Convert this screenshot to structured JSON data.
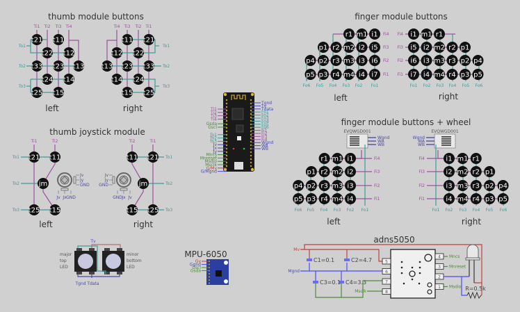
{
  "colors": {
    "background": "#d0d0d0",
    "button": "#111111",
    "input_wire": "#9c4f9c",
    "output_wire": "#3f9a9a",
    "gnd_wire": "#4a4aff",
    "vcc_wire": "#c04040",
    "signal_green": "#4e8a3c",
    "wheel_blue": "#3a3a9a"
  },
  "thumb_buttons": {
    "title": "thumb module buttons",
    "left": {
      "label": "left",
      "inputs": [
        "Ti1",
        "Ti2",
        "Ti3",
        "Ti4"
      ],
      "outputs": [
        "To1",
        "To2",
        "To3"
      ],
      "buttons": [
        "t21",
        "t11",
        "t22",
        "t12",
        "t33",
        "t23",
        "t13",
        "t24",
        "t14",
        "t25",
        "t15"
      ]
    },
    "right": {
      "label": "right",
      "inputs": [
        "Ti4",
        "Ti3",
        "Ti2",
        "Ti1"
      ],
      "outputs": [
        "To1",
        "To2",
        "To3"
      ],
      "buttons": [
        "t11",
        "t21",
        "t12",
        "t22",
        "t13",
        "t23",
        "t33",
        "t14",
        "t24",
        "t15",
        "t25"
      ]
    }
  },
  "thumb_joystick": {
    "title": "thumb joystick module",
    "left": {
      "label": "left",
      "inputs": [
        "Ti1",
        "Ti2"
      ],
      "outputs": [
        "To1",
        "To2",
        "To3"
      ],
      "buttons": [
        "t21",
        "t11",
        "jm",
        "t25",
        "t15"
      ],
      "joystick_pins_side": [
        "Jv",
        "Jy",
        "GND"
      ],
      "joystick_pins_bottom": [
        "Jv",
        "Jx",
        "GND"
      ]
    },
    "right": {
      "label": "right",
      "inputs": [
        "Ti2",
        "Ti1"
      ],
      "outputs": [
        "To1",
        "To2",
        "To3"
      ],
      "buttons": [
        "t11",
        "t21",
        "jm",
        "t15",
        "t25"
      ],
      "joystick_pins_side": [
        "Jv",
        "Jy",
        "GND"
      ],
      "joystick_pins_bottom": [
        "GND",
        "Jx",
        "Jv"
      ]
    }
  },
  "mcu": {
    "left_pins": [
      "Ti1",
      "Ti2",
      "Ti3",
      "Ti4",
      "Gsda",
      "Gscl",
      "To1",
      "To2",
      "To3",
      "Jv",
      "Jx",
      "Jy",
      "Mncs",
      "Mnreset",
      "Msdio",
      "Msclk",
      "G/Mv",
      "G/Mgnd"
    ],
    "right_pins": [
      "Tgnd",
      "Tv",
      "Tdata",
      "Fo1",
      "Fo2",
      "Fo3",
      "Fo4",
      "Fo5",
      "Fo6",
      "Fi1",
      "Fi2",
      "Fi3",
      "Fi4",
      "Wgnd",
      "WA",
      "WB"
    ]
  },
  "finger_buttons": {
    "title": "finger module buttons",
    "left": {
      "label": "left",
      "rows": [
        [
          "r1",
          "m1",
          "i1"
        ],
        [
          "p1",
          "r2",
          "m2",
          "i2",
          "i5"
        ],
        [
          "p4",
          "p2",
          "r3",
          "m3",
          "i3",
          "i6"
        ],
        [
          "p5",
          "p3",
          "r4",
          "m4",
          "i4",
          "i7"
        ]
      ],
      "inputs": [
        "Fi4",
        "Fi3",
        "Fi2",
        "Fi1"
      ],
      "outputs": [
        "Fo6",
        "Fo5",
        "Fo4",
        "Fo3",
        "Fo2",
        "Fo1"
      ]
    },
    "right": {
      "label": "right",
      "rows": [
        [
          "i1",
          "m1",
          "r1"
        ],
        [
          "i5",
          "i2",
          "m2",
          "r2",
          "p1"
        ],
        [
          "i6",
          "i3",
          "m3",
          "r3",
          "p2",
          "p4"
        ],
        [
          "i7",
          "i4",
          "m4",
          "r4",
          "p3",
          "p5"
        ]
      ],
      "inputs": [
        "Fi4",
        "Fi3",
        "Fi2",
        "Fi1"
      ],
      "outputs": [
        "Fo1",
        "Fo2",
        "Fo3",
        "Fo4",
        "Fo5",
        "Fo6"
      ]
    }
  },
  "finger_wheel": {
    "title": "finger module buttons + wheel",
    "encoder_part": "EVQWGD001",
    "wheel_pins": [
      "Wgnd",
      "WA",
      "WB"
    ],
    "left": {
      "label": "left",
      "rows": [
        [
          "r1",
          "m1",
          "i1"
        ],
        [
          "p1",
          "r2",
          "m2",
          "i2"
        ],
        [
          "p4",
          "p2",
          "r3",
          "m3",
          "i3"
        ],
        [
          "p5",
          "p3",
          "r4",
          "m4",
          "i4"
        ]
      ],
      "inputs": [
        "Fi4",
        "Fi3",
        "Fi2",
        "Fi1"
      ],
      "outputs": [
        "Fo6",
        "Fo5",
        "Fo4",
        "Fo3",
        "Fo2",
        "Fo1"
      ]
    },
    "right": {
      "label": "right",
      "rows": [
        [
          "i1",
          "m1",
          "r1"
        ],
        [
          "i2",
          "m2",
          "r2",
          "p1"
        ],
        [
          "i3",
          "m3",
          "r3",
          "p2",
          "p4"
        ],
        [
          "i4",
          "m4",
          "r4",
          "p3",
          "p5"
        ]
      ],
      "inputs": [
        "Fi4",
        "Fi3",
        "Fi2",
        "Fi1"
      ],
      "outputs": [
        "Fo1",
        "Fo2",
        "Fo3",
        "Fo4",
        "Fo5",
        "Fo6"
      ]
    }
  },
  "leds": {
    "major_label": [
      "major",
      "top",
      "LED"
    ],
    "minor_label": [
      "minor",
      "bottom",
      "LED"
    ],
    "pins": {
      "top": "Tv",
      "gnd": "Tgnd",
      "data": "Tdata"
    }
  },
  "mpu": {
    "title": "MPU-6050",
    "pins": [
      "Gv",
      "Ggnd",
      "Gscl",
      "Gsda"
    ]
  },
  "adns": {
    "title": "adns5050",
    "supply": "Mv",
    "ground": "Mgnd",
    "caps": [
      "C1=0.1",
      "C2=4.7",
      "C3=0.1",
      "C4=3.3"
    ],
    "left_pins": [
      "5",
      "6",
      "7",
      "8"
    ],
    "right_pins": [
      "4",
      "3",
      "2",
      "1"
    ],
    "signals": {
      "pin4": "Mncs",
      "pin3": "Mnreset",
      "pin1": "Msdio",
      "pin8": "Msclk"
    },
    "resistor": "R=0.5k"
  }
}
